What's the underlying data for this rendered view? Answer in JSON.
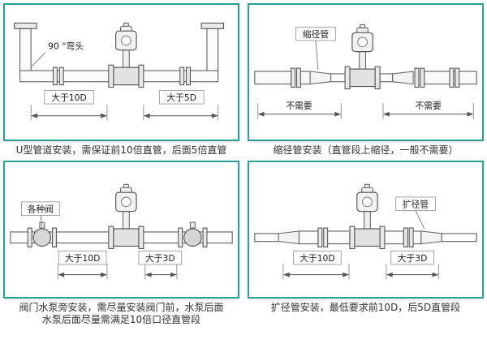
{
  "page": {
    "panel_border_color": "#29a296",
    "background": "#ffffff"
  },
  "panels": [
    {
      "name": "u-pipe-installation",
      "diagram_label": "90 °弯头",
      "dim_left": "大于10D",
      "dim_right": "大于5D",
      "caption_lines": [
        "U型管道安装，需保证前10倍直管，后面5倍直管"
      ]
    },
    {
      "name": "reducer-installation",
      "diagram_label": "缩径管",
      "dim_left": "不需要",
      "dim_right": "不需要",
      "caption_lines": [
        "缩径管安装（直管段上缩径，一般不需要）"
      ]
    },
    {
      "name": "valve-pump-installation",
      "diagram_label": "各种阀",
      "dim_left": "大于10D",
      "dim_right": "大于3D",
      "caption_lines": [
        "阀门水泵旁安装，需尽量安装阀门前，水泵后面",
        "水泵后面尽量需满足10倍口径直管段"
      ]
    },
    {
      "name": "expander-installation",
      "diagram_label": "扩径管",
      "dim_left": "大于10D",
      "dim_right": "大于3D",
      "caption_lines": [
        "扩径管安装，最低要求前10D，后5D直管段"
      ]
    }
  ]
}
